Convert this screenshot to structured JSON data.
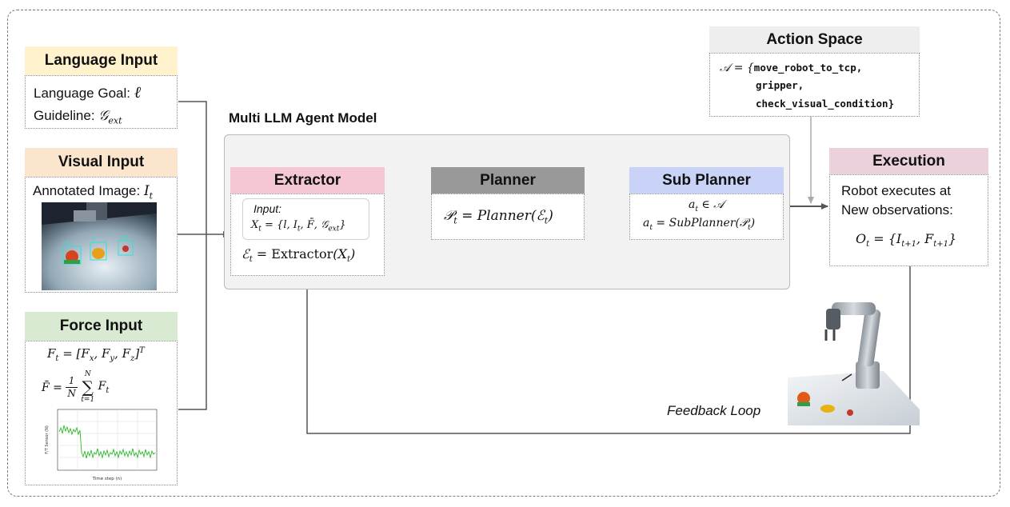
{
  "language_input": {
    "title": "Language Input",
    "goal_label": "Language Goal:",
    "goal_symbol": "ℓ",
    "guideline_label": "Guideline:",
    "guideline_symbol": "𝒢ext"
  },
  "visual_input": {
    "title": "Visual Input",
    "image_label": "Annotated Image:",
    "image_symbol": "It",
    "markers": [
      "11",
      "9",
      "16"
    ]
  },
  "force_input": {
    "title": "Force Input",
    "formula_1": "Ft = [Fx, Fy, Fz]T",
    "formula_2": "F̄ = (1/N) Σ Ft",
    "plot_ylabel": "F/T Sensor (N)",
    "plot_xlabel": "Time step (n)"
  },
  "model": {
    "title": "Multi LLM Agent Model",
    "extractor": {
      "title": "Extractor",
      "input_label": "Input:",
      "input_formula": "Xt = {l, It, F̄, 𝒢ext}",
      "output_formula": "ℰt = Extractor(Xt)"
    },
    "planner": {
      "title": "Planner",
      "formula": "𝒫t = Planner(ℰt)"
    },
    "sub_planner": {
      "title": "Sub Planner",
      "formula_1": "at ∈ 𝒜",
      "formula_2": "at = SubPlanner(𝒫t)"
    }
  },
  "action_space": {
    "title": "Action Space",
    "prefix": "𝒜 = {",
    "actions": [
      "move_robot_to_tcp,",
      "gripper,",
      "check_visual_condition}"
    ]
  },
  "execution": {
    "title": "Execution",
    "line_1": "Robot executes at",
    "line_2": "New observations:",
    "formula": "Ot = {It+1, Ft+1}"
  },
  "feedback_label": "Feedback Loop",
  "colors": {
    "language_header": "#fff2cc",
    "visual_header": "#fce5cd",
    "force_header": "#d9ead3",
    "extractor_header": "#f4c7d2",
    "planner_header": "#999999",
    "sub_planner_header": "#c9d3f7",
    "action_header": "#eeeeee",
    "execution_header": "#ead1dc",
    "arrow": "#555555"
  }
}
